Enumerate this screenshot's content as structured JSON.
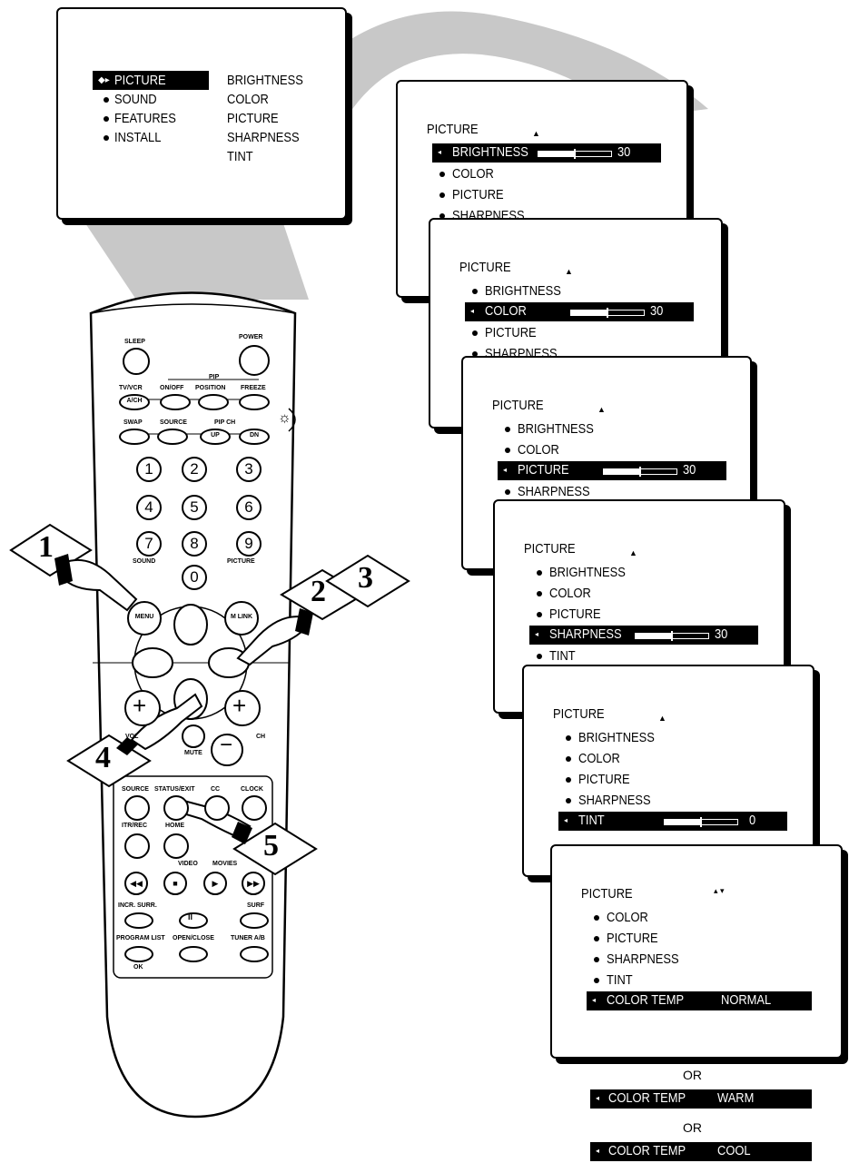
{
  "main_menu": {
    "categories": [
      "PICTURE",
      "SOUND",
      "FEATURES",
      "INSTALL"
    ],
    "submenu": [
      "BRIGHTNESS",
      "COLOR",
      "PICTURE",
      "SHARPNESS",
      "TINT"
    ]
  },
  "screens": [
    {
      "title": "PICTURE",
      "items": [
        "BRIGHTNESS",
        "COLOR",
        "PICTURE",
        "SHARPNESS"
      ],
      "selected": 0,
      "value": "30",
      "level": 0.5
    },
    {
      "title": "PICTURE",
      "items": [
        "BRIGHTNESS",
        "COLOR",
        "PICTURE",
        "SHARPNESS"
      ],
      "selected": 1,
      "value": "30",
      "level": 0.5
    },
    {
      "title": "PICTURE",
      "items": [
        "BRIGHTNESS",
        "COLOR",
        "PICTURE",
        "SHARPNESS"
      ],
      "selected": 2,
      "value": "30",
      "level": 0.5
    },
    {
      "title": "PICTURE",
      "items": [
        "BRIGHTNESS",
        "COLOR",
        "PICTURE",
        "SHARPNESS",
        "TINT"
      ],
      "selected": 3,
      "value": "30",
      "level": 0.5
    },
    {
      "title": "PICTURE",
      "items": [
        "BRIGHTNESS",
        "COLOR",
        "PICTURE",
        "SHARPNESS",
        "TINT"
      ],
      "selected": 4,
      "value": "0",
      "level": 0.5
    },
    {
      "title": "PICTURE",
      "items": [
        "COLOR",
        "PICTURE",
        "SHARPNESS",
        "TINT",
        "COLOR TEMP"
      ],
      "selected": 4,
      "value": "NORMAL"
    }
  ],
  "alternatives": {
    "or_label": "OR",
    "options": [
      {
        "label": "COLOR TEMP",
        "value": "WARM"
      },
      {
        "label": "COLOR TEMP",
        "value": "COOL"
      }
    ]
  },
  "steps": [
    "1",
    "2",
    "3",
    "4",
    "5"
  ],
  "remote": {
    "top_labels": {
      "sleep": "SLEEP",
      "power": "POWER",
      "pip": "PIP",
      "tv_vcr": "TV/VCR",
      "on_off": "ON/OFF",
      "position": "POSITION",
      "freeze": "FREEZE",
      "ach": "A/CH",
      "swap": "SWAP",
      "source": "SOURCE",
      "pip_ch": "PIP CH",
      "up": "UP",
      "dn": "DN"
    },
    "digits": [
      "1",
      "2",
      "3",
      "4",
      "5",
      "6",
      "7",
      "8",
      "9",
      "0"
    ],
    "sound": "SOUND",
    "picture": "PICTURE",
    "menu": "MENU",
    "mlink": "M LINK",
    "mute": "MUTE",
    "ch": "CH",
    "vol": "VOL",
    "bottom_labels": {
      "source": "SOURCE",
      "status_exit": "STATUS/EXIT",
      "cc": "CC",
      "clock": "CLOCK",
      "itr_rec": "ITR/REC",
      "home": "HOME",
      "video": "VIDEO",
      "movies": "MOVIES",
      "incr_surr": "INCR. SURR.",
      "surf": "SURF",
      "program_list": "PROGRAM LIST",
      "open_close": "OPEN/CLOSE",
      "tuner_ab": "TUNER A/B",
      "ok": "OK"
    }
  }
}
